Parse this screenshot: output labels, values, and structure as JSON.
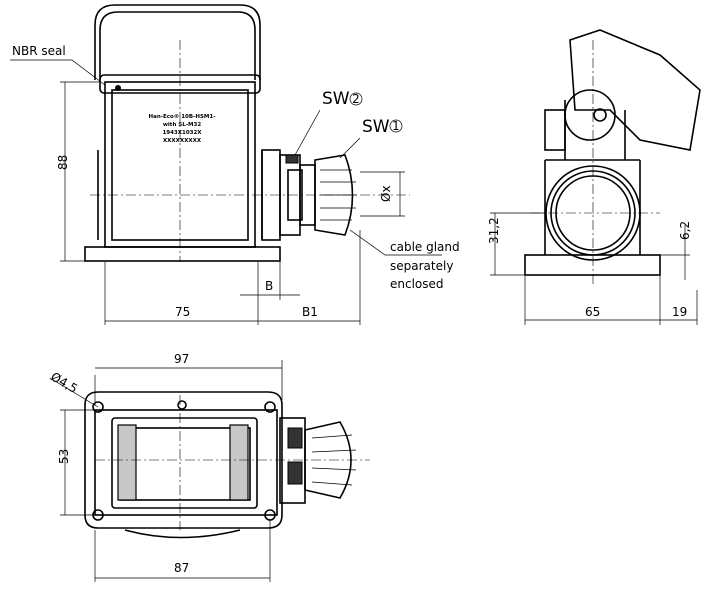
{
  "labels": {
    "nbr_seal": "NBR seal",
    "sw2": "SW",
    "sw2_num": "2",
    "sw1": "SW",
    "sw1_num": "1",
    "diameter_x": "Øx",
    "cable_gland_1": "cable gland",
    "cable_gland_2": "separately",
    "cable_gland_3": "enclosed",
    "hole_dia": "Ø4,5"
  },
  "product_label": [
    "Han-Eco® 10B-HSM1-",
    "with SL-M32",
    "1943X1032X",
    "XXXXXXXXX"
  ],
  "dimensions": {
    "height": "88",
    "width_75": "75",
    "b": "B",
    "b1": "B1",
    "side_height": "31,2",
    "side_small": "6,2",
    "side_width": "65",
    "side_offset": "19",
    "top_width": "97",
    "top_height": "53",
    "bottom_width": "87"
  }
}
